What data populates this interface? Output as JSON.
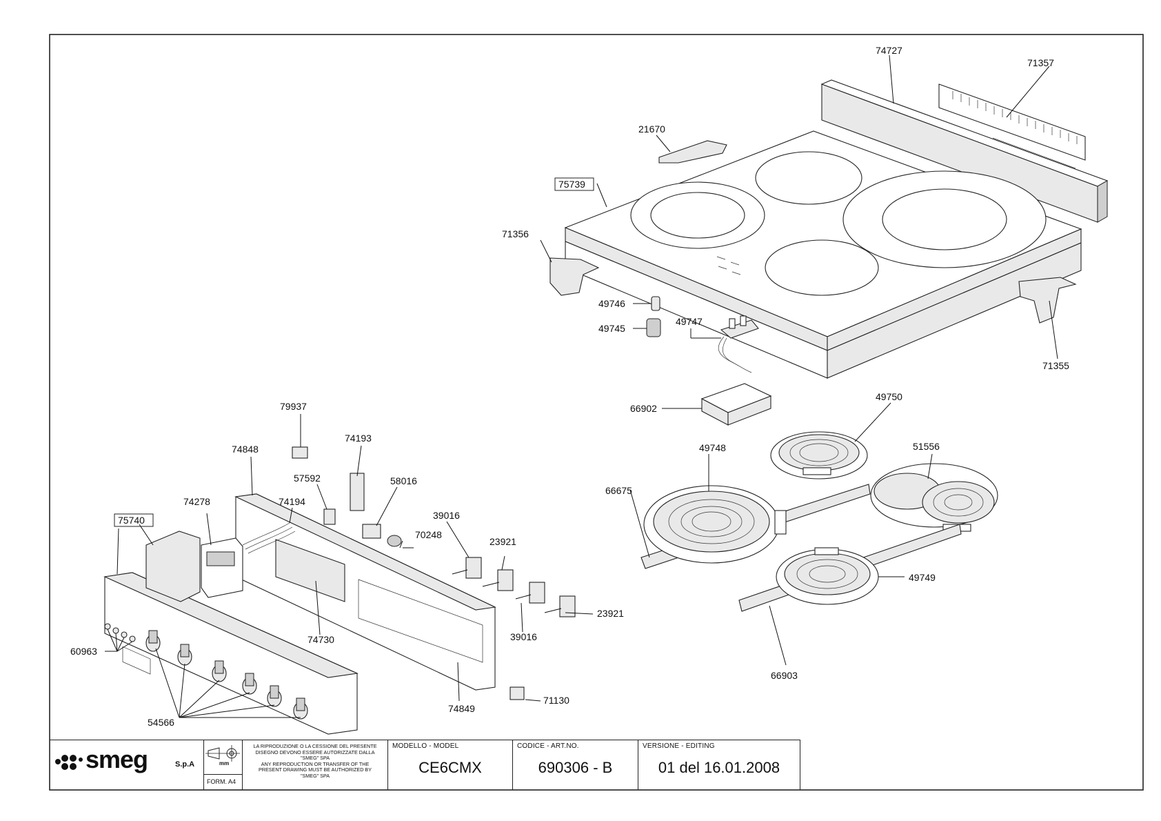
{
  "callouts": {
    "c74727": "74727",
    "c71357": "71357",
    "c21670": "21670",
    "c75739": "75739",
    "c71356": "71356",
    "c49746": "49746",
    "c49745": "49745",
    "c49747": "49747",
    "c71355": "71355",
    "c66902": "66902",
    "c49750": "49750",
    "c79937": "79937",
    "c74193": "74193",
    "c74848": "74848",
    "c57592": "57592",
    "c58016": "58016",
    "c49748": "49748",
    "c51556": "51556",
    "c66675": "66675",
    "c74278": "74278",
    "c74194": "74194",
    "c39016a": "39016",
    "c70248": "70248",
    "c75740": "75740",
    "c23921a": "23921",
    "c49749": "49749",
    "c74730": "74730",
    "c23921b": "23921",
    "c39016b": "39016",
    "c60963": "60963",
    "c66903": "66903",
    "c71130": "71130",
    "c74849": "74849",
    "c54566": "54566"
  },
  "title_block": {
    "brand": "smeg",
    "brand_suffix": "S.p.A",
    "unit": "mm",
    "form": "FORM. A4",
    "notice": [
      "LA RIPRODUZIONE O LA CESSIONE DEL PRESENTE",
      "DISEGNO DEVONO ESSERE AUTORIZZATE DALLA",
      "\"SMEG\" SPA",
      "ANY REPRODUCTION OR TRANSFER OF THE",
      "PRESENT DRAWING MUST BE AUTHORIZED BY",
      "\"SMEG\" SPA"
    ],
    "model_caption": "MODELLO - MODEL",
    "model_value": "CE6CMX",
    "code_caption": "CODICE - ART.NO.",
    "code_value": "690306 - B",
    "version_caption": "VERSIONE - EDITING",
    "version_value": "01 del 16.01.2008"
  }
}
